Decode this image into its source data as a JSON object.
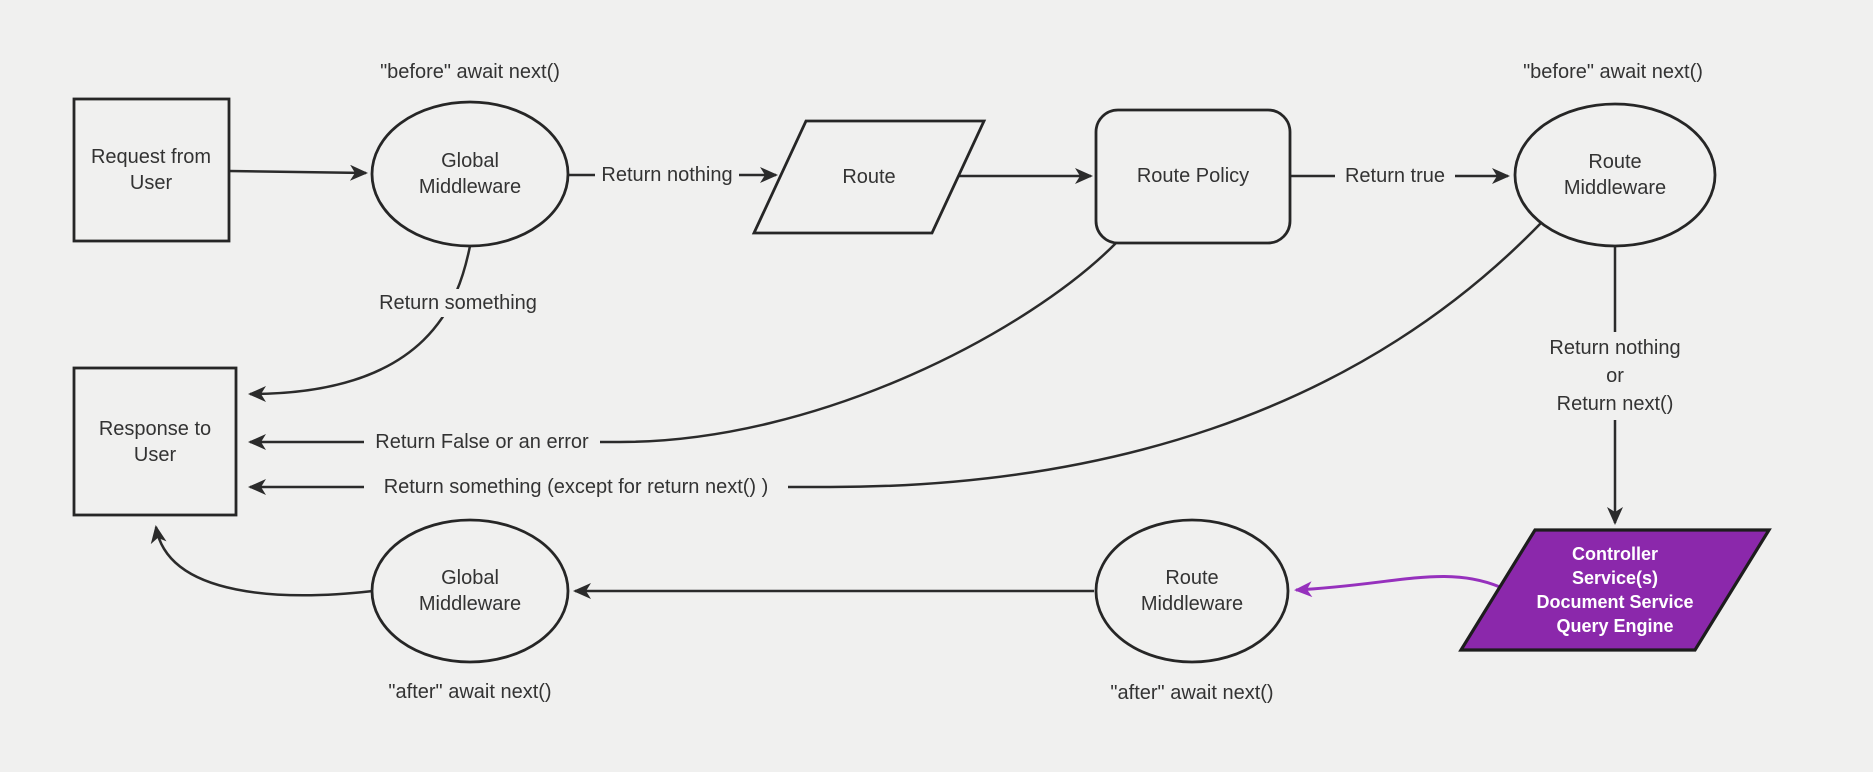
{
  "diagram": {
    "type": "flowchart",
    "colors": {
      "background": "#f0f0ef",
      "line": "#2b2b2b",
      "text": "#333333",
      "node_fill": "#f0f0ef",
      "purple_fill": "#8b28ab",
      "purple_arrow": "#9631bd",
      "purple_text": "#ffffff"
    },
    "nodes": {
      "request_from_user": {
        "shape": "rect",
        "line1": "Request from",
        "line2": "User"
      },
      "global_middleware_top": {
        "shape": "ellipse",
        "line1": "Global",
        "line2": "Middleware"
      },
      "route": {
        "shape": "parallelogram",
        "label": "Route"
      },
      "route_policy": {
        "shape": "rounded-rect",
        "label": "Route Policy"
      },
      "route_middleware_top": {
        "shape": "ellipse",
        "line1": "Route",
        "line2": "Middleware"
      },
      "response_to_user": {
        "shape": "rect",
        "line1": "Response to",
        "line2": "User"
      },
      "controller": {
        "shape": "parallelogram",
        "line1": "Controller",
        "line2": "Service(s)",
        "line3": "Document Service",
        "line4": "Query Engine"
      },
      "route_middleware_bottom": {
        "shape": "ellipse",
        "line1": "Route",
        "line2": "Middleware"
      },
      "global_middleware_bottom": {
        "shape": "ellipse",
        "line1": "Global",
        "line2": "Middleware"
      }
    },
    "edge_labels": {
      "before_await_next_top_left": "\"before\" await next()",
      "before_await_next_top_right": "\"before\" await next()",
      "return_nothing": "Return nothing",
      "return_true": "Return true",
      "return_something": "Return something",
      "return_false_or_error": "Return False or an error",
      "return_something_except": "Return something (except for return next() )",
      "return_nothing_or_line1": "Return nothing",
      "return_nothing_or_line2": "or",
      "return_nothing_or_line3": "Return next()",
      "after_await_next_bottom_left": "\"after\" await next()",
      "after_await_next_bottom_right": "\"after\" await next()"
    }
  }
}
